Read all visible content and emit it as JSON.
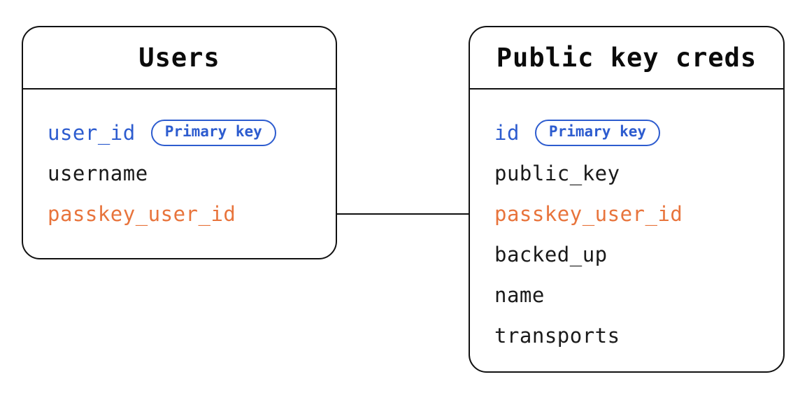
{
  "diagram": {
    "background": "#ffffff",
    "border_color": "#111111",
    "accent_blue": "#2d5ccf",
    "accent_orange": "#e8743c",
    "tables": [
      {
        "title": "Users",
        "fields": [
          {
            "name": "user_id",
            "badge": "Primary key",
            "role": "primary-key"
          },
          {
            "name": "username",
            "role": "plain"
          },
          {
            "name": "passkey_user_id",
            "role": "foreign-key"
          }
        ]
      },
      {
        "title": "Public key creds",
        "fields": [
          {
            "name": "id",
            "badge": "Primary key",
            "role": "primary-key"
          },
          {
            "name": "public_key",
            "role": "plain"
          },
          {
            "name": "passkey_user_id",
            "role": "foreign-key"
          },
          {
            "name": "backed_up",
            "role": "plain"
          },
          {
            "name": "name",
            "role": "plain"
          },
          {
            "name": "transports",
            "role": "plain"
          }
        ]
      }
    ],
    "relationship": {
      "from_table": "Users",
      "from_field": "passkey_user_id",
      "to_table": "Public key creds",
      "to_field": "passkey_user_id"
    }
  }
}
